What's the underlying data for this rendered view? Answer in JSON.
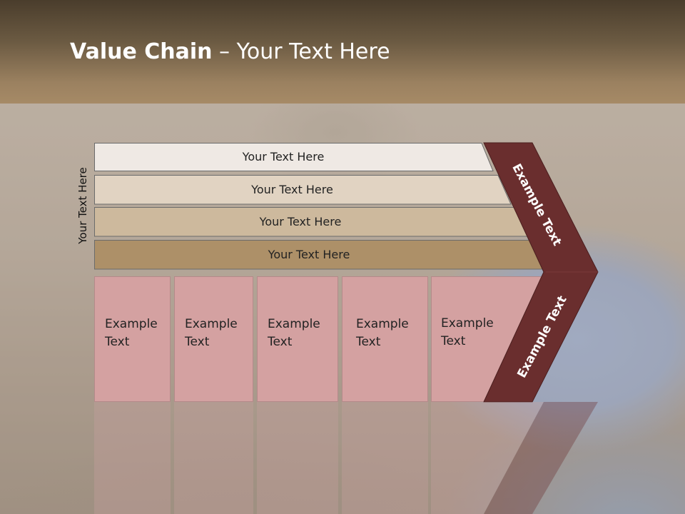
{
  "title": {
    "bold": "Value Chain",
    "rest": " – Your Text Here"
  },
  "side_label": "Your Text Here",
  "bars": [
    {
      "label": "Your Text Here",
      "color": "#efe9e4"
    },
    {
      "label": "Your Text Here",
      "color": "#e1d3c2"
    },
    {
      "label": "Your Text Here",
      "color": "#cdb99d"
    },
    {
      "label": "Your Text Here",
      "color": "#ad9068"
    }
  ],
  "boxes": [
    {
      "line1": "Example",
      "line2": "Text"
    },
    {
      "line1": "Example",
      "line2": "Text"
    },
    {
      "line1": "Example",
      "line2": "Text"
    },
    {
      "line1": "Example",
      "line2": "Text"
    },
    {
      "line1": "Example",
      "line2": "Text"
    }
  ],
  "chevrons": {
    "top_label": "Example Text",
    "bottom_label": "Example Text",
    "color": "#6a2e2e"
  }
}
